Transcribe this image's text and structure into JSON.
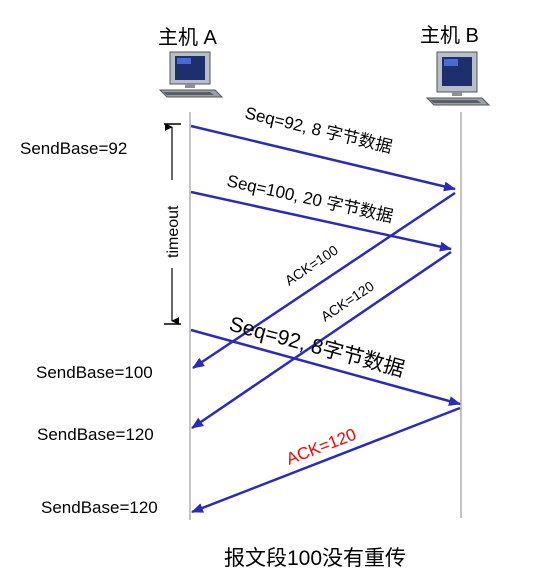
{
  "hosts": {
    "a_label": "主机 A",
    "b_label": "主机 B"
  },
  "send_base": {
    "sb1": "SendBase=92",
    "sb2": "SendBase=100",
    "sb3": "SendBase=120",
    "sb4": "SendBase=120"
  },
  "timer": {
    "label": "timeout"
  },
  "segments": {
    "seg1": "Seq=92, 8 字节数据",
    "seg2": "Seq=100, 20 字节数据",
    "seg3": "Seq=92,  8字节数据"
  },
  "acks": {
    "ack1": "ACK=100",
    "ack2": "ACK=120",
    "ack3": "ACK=120"
  },
  "caption": "报文段100没有重传",
  "colors": {
    "arrow": "#2b2bb8",
    "ack_highlight": "#ff0000",
    "timeline": "#8a8a8a"
  },
  "icons": {
    "host_a": "desktop-computer-icon",
    "host_b": "desktop-computer-icon"
  }
}
